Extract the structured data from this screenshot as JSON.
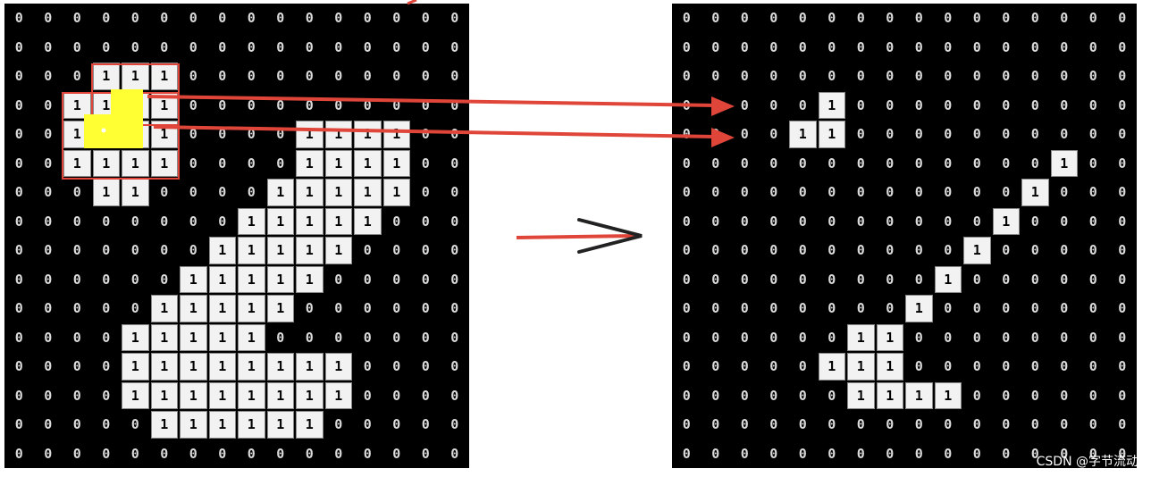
{
  "left_grid": {
    "rows": [
      "0000000000000000",
      "0000000000000000",
      "0001110000000000",
      "0011110000000000",
      "0011110000111100",
      "0011110000111100",
      "0001100001111100",
      "0000000011111000",
      "0000000111110000",
      "0000001111100000",
      "0000011111000000",
      "0000111110000000",
      "0000111111110000",
      "0000111111110000",
      "0000011111100000",
      "0000000000000000"
    ]
  },
  "right_grid": {
    "rows": [
      "0000000000000000",
      "0000000000000000",
      "0000000000000000",
      "0000010000000000",
      "0000110000000000",
      "0000000000000100",
      "0000000000001000",
      "0000000000010000",
      "0000000000100000",
      "0000000001000000",
      "0000000010000000",
      "0000001100000000",
      "0000011100000000",
      "0000001111000000",
      "0000000000000000",
      "0000000000000000"
    ]
  },
  "colors": {
    "arrow_red": "#e0453a",
    "highlight_yellow": "#ffff33",
    "kernel_border": "#e0453a"
  },
  "watermark": "CSDN @字节流动"
}
